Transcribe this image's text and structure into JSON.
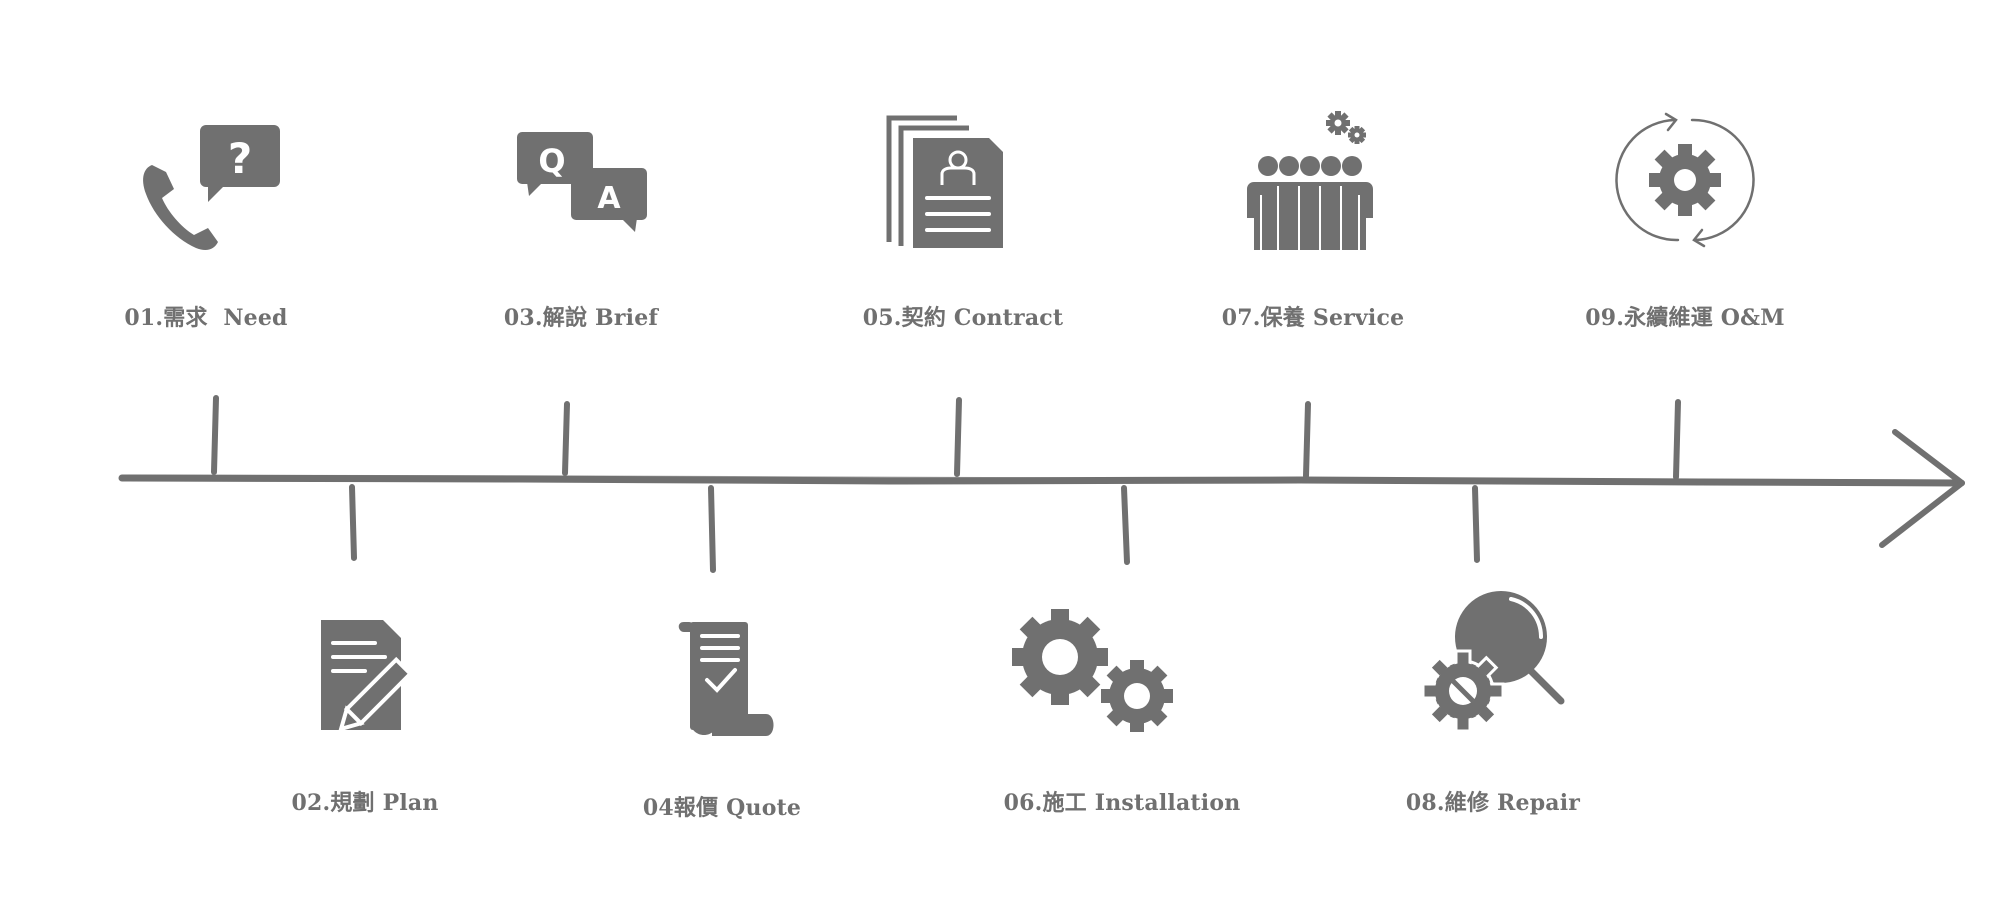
{
  "colors": {
    "ink": "#707070",
    "background": "#ffffff"
  },
  "steps": [
    {
      "label": "01.需求  Need",
      "icon": "phone-question-icon"
    },
    {
      "label": "02.規劃 Plan",
      "icon": "document-pencil-icon"
    },
    {
      "label": "03.解說 Brief",
      "icon": "qa-bubbles-icon"
    },
    {
      "label": "04報價 Quote",
      "icon": "scroll-check-icon"
    },
    {
      "label": "05.契約 Contract",
      "icon": "contract-documents-icon"
    },
    {
      "label": "06.施工 Installation",
      "icon": "gears-icon"
    },
    {
      "label": "07.保養 Service",
      "icon": "team-gears-icon"
    },
    {
      "label": "08.維修 Repair",
      "icon": "gear-magnifier-icon"
    },
    {
      "label": "09.永續維運 O&M",
      "icon": "cycle-gear-icon"
    }
  ]
}
